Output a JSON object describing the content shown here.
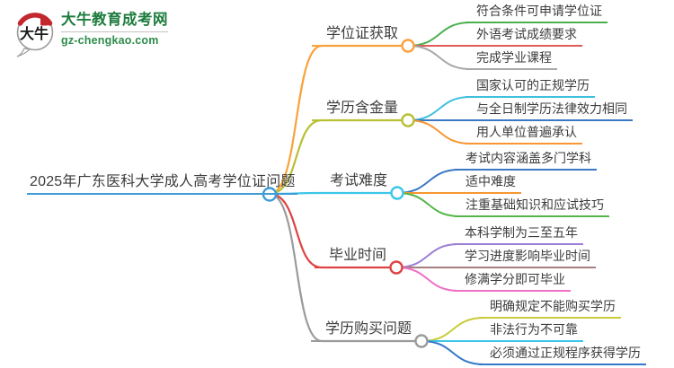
{
  "logo": {
    "icon_text": "大牛",
    "title": "大牛教育成考网",
    "domain": "gz-chengkao.com",
    "brand_green": "#1e7c3e",
    "brand_red": "#c4272e"
  },
  "mindmap": {
    "central": {
      "label": "2025年广东医科大学成人高考学位证问题",
      "color": "#3e9bd6"
    },
    "branches": [
      {
        "label": "学位证获取",
        "color": "#f9a23b",
        "children": [
          {
            "label": "符合条件可申请学位证",
            "color": "#4cb050"
          },
          {
            "label": "外语考试成绩要求",
            "color": "#e25a5a"
          },
          {
            "label": "完成学业课程",
            "color": "#a8a8a8"
          }
        ]
      },
      {
        "label": "学历含金量",
        "color": "#b8bf33",
        "children": [
          {
            "label": "国家认可的正规学历",
            "color": "#3fc0de"
          },
          {
            "label": "与全日制学历法律效力相同",
            "color": "#3b78c3"
          },
          {
            "label": "用人单位普遍承认",
            "color": "#f89733"
          }
        ]
      },
      {
        "label": "考试难度",
        "color": "#3cc6e8",
        "children": [
          {
            "label": "考试内容涵盖多门学科",
            "color": "#3b78c3"
          },
          {
            "label": "适中难度",
            "color": "#f89733"
          },
          {
            "label": "注重基础知识和应试技巧",
            "color": "#55b54a"
          }
        ]
      },
      {
        "label": "毕业时间",
        "color": "#de4343",
        "children": [
          {
            "label": "本科学制为三至五年",
            "color": "#9b7fd6"
          },
          {
            "label": "学习进度影响毕业时间",
            "color": "#a87f7f"
          },
          {
            "label": "修满学分即可毕业",
            "color": "#ef70c5"
          }
        ]
      },
      {
        "label": "学历购买问题",
        "color": "#9b9b9b",
        "children": [
          {
            "label": "明确规定不能购买学历",
            "color": "#c9cc3a"
          },
          {
            "label": "非法行为不可靠",
            "color": "#3cc6e8"
          },
          {
            "label": "必须通过正规程序获得学历",
            "color": "#3579c8"
          }
        ]
      }
    ]
  }
}
